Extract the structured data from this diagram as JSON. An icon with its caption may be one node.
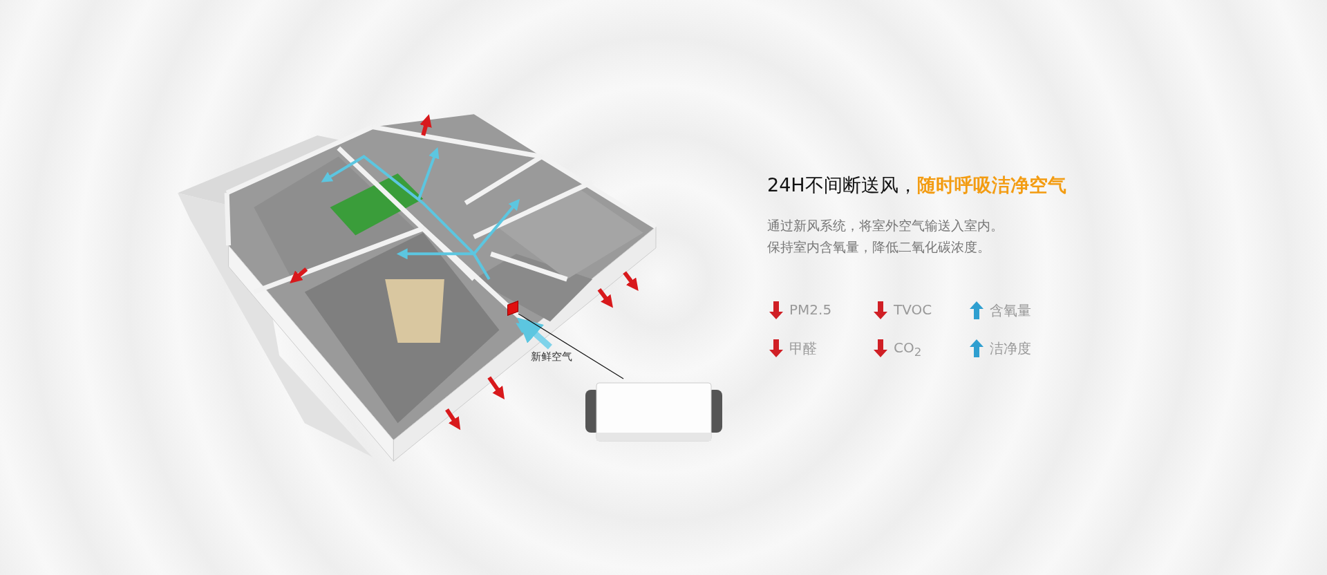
{
  "diagram": {
    "nodes": [
      {
        "text": [],
        "shape": "picture"
      },
      {
        "text": [],
        "shape": "box",
        "in": 0
      },
      {
        "text": [],
        "shape": "picture"
      }
    ],
    "edges": [
      {
        "from": 1,
        "to": 2,
        "arrow": "none"
      }
    ],
    "labels": [
      "24H不间断送风，",
      "随时呼吸洁净空气",
      "通过新风系统，将室外空气输送入室内。",
      "保持室内含氧量，降低二氧化碳浓度。",
      "PM2.5",
      "TVOC",
      "含氧量",
      "甲醛",
      "CO$_{2}$",
      "洁净度",
      "新鲜空气"
    ]
  }
}
